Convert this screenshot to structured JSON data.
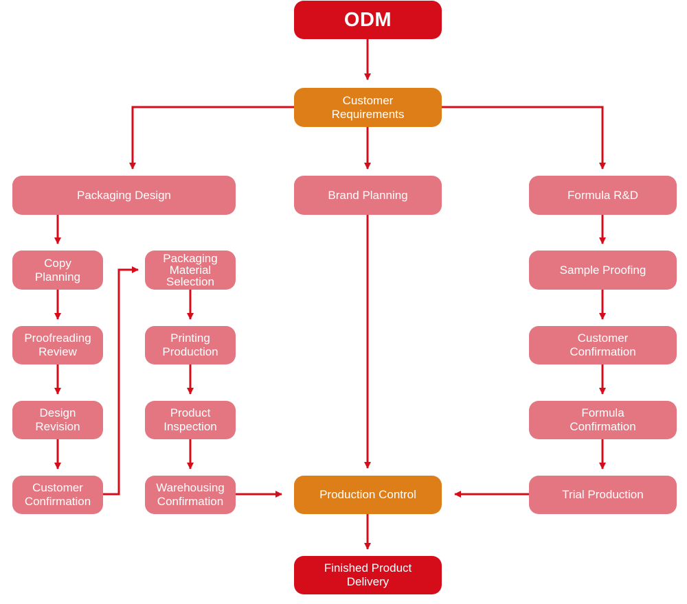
{
  "colors": {
    "arrow": "#d50d1b",
    "node_primary": "#d50d1b",
    "node_highlight": "#de7e18",
    "node_step": "#e37680",
    "text": "#ffffff"
  },
  "nodes": {
    "odm": "ODM",
    "customer_requirements": "Customer\nRequirements",
    "packaging_design": "Packaging Design",
    "brand_planning": "Brand Planning",
    "formula_rd": "Formula R&D",
    "copy_planning": "Copy\nPlanning",
    "proofreading_review": "Proofreading\nReview",
    "design_revision": "Design\nRevision",
    "customer_confirmation_left": "Customer\nConfirmation",
    "packaging_material_selection": "Packaging\nMaterial\nSelection",
    "printing_production": "Printing\nProduction",
    "product_inspection": "Product\nInspection",
    "warehousing_confirmation": "Warehousing\nConfirmation",
    "sample_proofing": "Sample Proofing",
    "customer_confirmation_right": "Customer\nConfirmation",
    "formula_confirmation": "Formula\nConfirmation",
    "trial_production": "Trial Production",
    "production_control": "Production Control",
    "finished_product_delivery": "Finished Product\nDelivery"
  },
  "edges": [
    [
      "odm",
      "customer_requirements"
    ],
    [
      "customer_requirements",
      "packaging_design"
    ],
    [
      "customer_requirements",
      "brand_planning"
    ],
    [
      "customer_requirements",
      "formula_rd"
    ],
    [
      "packaging_design",
      "copy_planning"
    ],
    [
      "copy_planning",
      "proofreading_review"
    ],
    [
      "proofreading_review",
      "design_revision"
    ],
    [
      "design_revision",
      "customer_confirmation_left"
    ],
    [
      "customer_confirmation_left",
      "packaging_material_selection"
    ],
    [
      "packaging_material_selection",
      "printing_production"
    ],
    [
      "printing_production",
      "product_inspection"
    ],
    [
      "product_inspection",
      "warehousing_confirmation"
    ],
    [
      "warehousing_confirmation",
      "production_control"
    ],
    [
      "brand_planning",
      "production_control"
    ],
    [
      "formula_rd",
      "sample_proofing"
    ],
    [
      "sample_proofing",
      "customer_confirmation_right"
    ],
    [
      "customer_confirmation_right",
      "formula_confirmation"
    ],
    [
      "formula_confirmation",
      "trial_production"
    ],
    [
      "trial_production",
      "production_control"
    ],
    [
      "production_control",
      "finished_product_delivery"
    ]
  ]
}
